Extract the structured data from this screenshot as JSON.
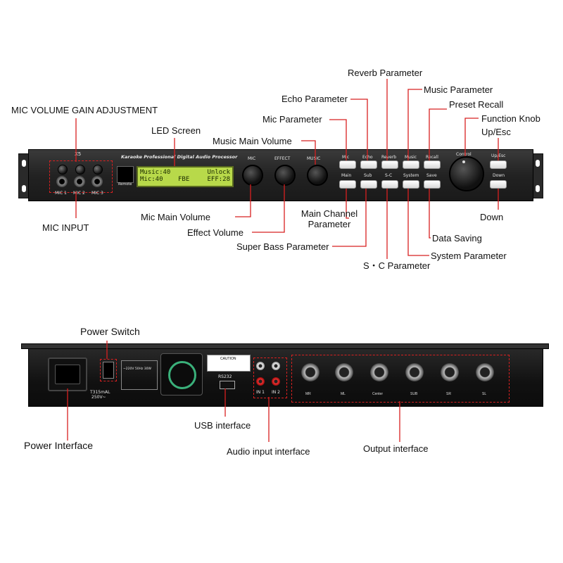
{
  "front_labels": {
    "mic_gain": "MIC VOLUME GAIN  ADJUSTMENT",
    "led_screen": "LED Screen",
    "music_main_volume": "Music Main Volume",
    "mic_parameter": "Mic Parameter",
    "echo_parameter": "Echo Parameter",
    "reverb_parameter": "Reverb Parameter",
    "music_parameter": "Music Parameter",
    "preset_recall": "Preset Recall",
    "function_knob": "Function Knob",
    "up_esc": "Up/Esc",
    "mic_input": "MIC INPUT",
    "mic_main_volume": "Mic Main Volume",
    "effect_volume": "Effect Volume",
    "super_bass_parameter": "Super Bass Parameter",
    "main_channel_line1": "Main Channel",
    "main_channel_line2": "Parameter",
    "sc_parameter": "S・C Parameter",
    "system_parameter": "System Parameter",
    "data_saving": "Data Saving",
    "down": "Down"
  },
  "front_panel": {
    "model": "X5",
    "title": "Karaoke Professional Digital Audio Processor",
    "remote": "Remote",
    "mic_jacks": [
      "MIC 1",
      "MIC 2",
      "MIC 3"
    ],
    "lcd_line1_left": "Music:40",
    "lcd_line1_right": "Unlock",
    "lcd_line2_left": "Mic:40",
    "lcd_line2_mid": "FBE",
    "lcd_line2_right": "EFF:28",
    "knob_labels": [
      "MIC",
      "EFFECT",
      "MUSIC"
    ],
    "top_buttons": [
      "Mic",
      "Echo",
      "Reverb",
      "Music",
      "Recall"
    ],
    "bottom_buttons": [
      "Main",
      "Sub",
      "S-C",
      "System",
      "Save"
    ],
    "control": "Control",
    "up_esc_btn": "Up/Esc",
    "down_btn": "Down"
  },
  "rear_labels": {
    "power_switch": "Power Switch",
    "power_interface": "Power Interface",
    "usb_interface": "USB interface",
    "audio_input_interface": "Audio input interface",
    "output_interface": "Output interface"
  },
  "rear_panel": {
    "fuse": "T315mAL",
    "fuse_voltage": "250V~",
    "rating": "~220V 50Hz 30W",
    "caution": "CAUTION",
    "rs232": "RS232",
    "inputs": [
      "IN 1",
      "IN 2"
    ],
    "outputs": [
      "MR",
      "ML",
      "Center",
      "SUB",
      "SR",
      "SL"
    ]
  },
  "colors": {
    "leader_red": "#d82020",
    "lcd_green": "#b8d94a",
    "panel_black": "#1a1a1a"
  }
}
